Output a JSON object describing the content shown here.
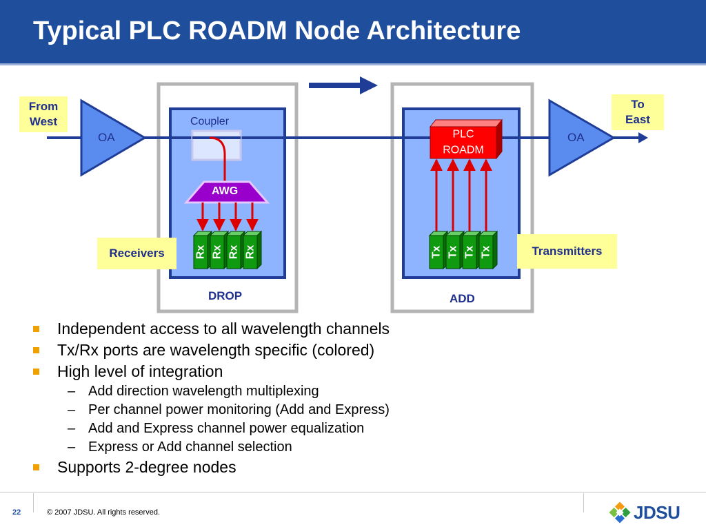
{
  "slide": {
    "title": "Typical PLC ROADM Node Architecture",
    "page_number": "22",
    "copyright": "© 2007 JDSU. All rights reserved.",
    "logo_text": "JDSU"
  },
  "diagram": {
    "from_west": "From West",
    "to_east": "To East",
    "oa_left": "OA",
    "oa_right": "OA",
    "coupler": "Coupler",
    "awg": "AWG",
    "receivers": "Receivers",
    "transmitters": "Transmitters",
    "plc_roadm": [
      "PLC",
      "ROADM"
    ],
    "drop": "DROP",
    "add": "ADD",
    "rx_ports": [
      "Rx",
      "Rx",
      "Rx",
      "Rx"
    ],
    "tx_ports": [
      "Tx",
      "Tx",
      "Tx",
      "Tx"
    ],
    "colors": {
      "header": "#1f4e9c",
      "fiber": "#1f3c96",
      "panel_fill": "#8fb4ff",
      "outer_box": "#b4b4b4",
      "amplifier": "#5a8cf0",
      "awg": "#9900cc",
      "roadm": "#ff0000",
      "port": "#109a10",
      "signal": "#dd0000",
      "label_box": "#ffff99"
    }
  },
  "bullets": [
    {
      "level": 1,
      "text": "Independent access to all wavelength channels"
    },
    {
      "level": 1,
      "text": "Tx/Rx ports are wavelength specific (colored)"
    },
    {
      "level": 1,
      "text": "High level of integration"
    },
    {
      "level": 2,
      "text": "Add direction wavelength multiplexing"
    },
    {
      "level": 2,
      "text": "Per channel power monitoring (Add and Express)"
    },
    {
      "level": 2,
      "text": "Add and Express channel power equalization"
    },
    {
      "level": 2,
      "text": "Express or Add channel selection"
    },
    {
      "level": 1,
      "text": "Supports 2-degree nodes"
    }
  ]
}
